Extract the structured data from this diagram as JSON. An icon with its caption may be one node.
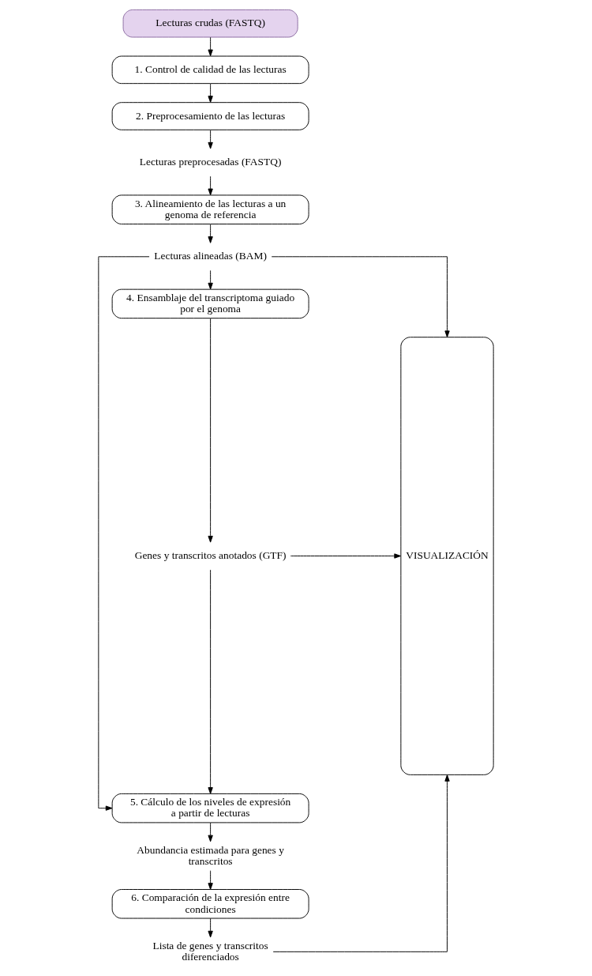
{
  "diagram": {
    "nodes": [
      {
        "text": [
          "Lecturas crudas (FASTQ)"
        ]
      },
      {
        "text": [
          "1. Control de calidad de las lecturas"
        ]
      },
      {
        "text": [
          "2. Preprocesamiento de las lecturas"
        ]
      },
      {
        "text": [
          "Lecturas preprocesadas (FASTQ)"
        ]
      },
      {
        "text": [
          "3. Alineamiento de las lecturas a un genoma de referencia"
        ]
      },
      {
        "text": [
          "Lecturas alineadas (BAM)"
        ]
      },
      {
        "text": [
          "4. Ensamblaje del transcriptoma guiado por el genoma"
        ]
      },
      {
        "text": [
          "Genes y transcritos anotados (GTF)"
        ]
      },
      {
        "text": [
          "5. Cálculo de los niveles de expresión a partir de lecturas"
        ]
      },
      {
        "text": [
          "Abundancia estimada para genes y transcritos"
        ]
      },
      {
        "text": [
          "6. Comparación de la expresión entre condiciones"
        ]
      },
      {
        "text": [
          "Lista de genes y transcritos diferenciados"
        ]
      },
      {
        "text": [
          "VISUALIZACIÓN"
        ]
      }
    ],
    "edges": [
      {
        "from": 0,
        "to": 1,
        "arrow": "to"
      },
      {
        "from": 1,
        "to": 2,
        "arrow": "to"
      },
      {
        "from": 2,
        "to": 3,
        "arrow": "to"
      },
      {
        "from": 3,
        "to": 4,
        "arrow": "to"
      },
      {
        "from": 4,
        "to": 5,
        "arrow": "to"
      },
      {
        "from": 5,
        "to": 6,
        "arrow": "to"
      },
      {
        "from": 6,
        "to": 7,
        "arrow": "to"
      },
      {
        "from": 7,
        "to": 8,
        "arrow": "to"
      },
      {
        "from": 5,
        "to": 8,
        "arrow": "to"
      },
      {
        "from": 8,
        "to": 9,
        "arrow": "to"
      },
      {
        "from": 9,
        "to": 10,
        "arrow": "to"
      },
      {
        "from": 10,
        "to": 11,
        "arrow": "to"
      },
      {
        "from": 5,
        "to": 12,
        "arrow": "to"
      },
      {
        "from": 7,
        "to": 12,
        "arrow": "to"
      },
      {
        "from": 11,
        "to": 12,
        "arrow": "to"
      }
    ]
  }
}
